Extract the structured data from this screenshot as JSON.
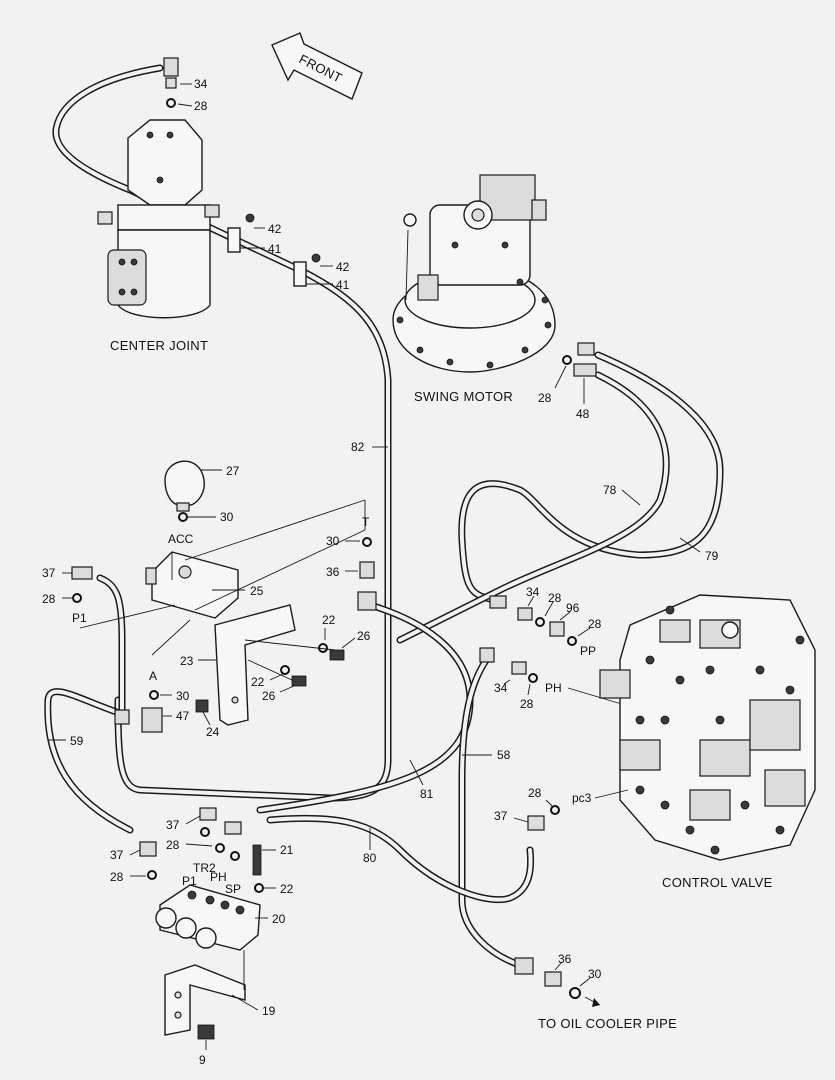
{
  "direction": {
    "front": "FRONT"
  },
  "captions": {
    "center_joint": "CENTER JOINT",
    "swing_motor": "SWING MOTOR",
    "control_valve": "CONTROL VALVE",
    "oil_cooler": "TO OIL COOLER PIPE"
  },
  "ports": {
    "acc": "ACC",
    "t": "T",
    "a": "A",
    "p1_left": "P1",
    "pp": "PP",
    "ph_valve": "PH",
    "pc3": "pc3",
    "tr2": "TR2",
    "p1_block": "P1",
    "ph_block": "PH",
    "sp": "SP"
  },
  "callouts": {
    "n34_top": "34",
    "n28_top": "28",
    "n42_a": "42",
    "n41_a": "41",
    "n42_b": "42",
    "n41_b": "41",
    "n28_swing": "28",
    "n48": "48",
    "n82": "82",
    "n78": "78",
    "n79": "79",
    "n27": "27",
    "n30_acc": "30",
    "n30_t": "30",
    "n36_t": "36",
    "n37_left": "37",
    "n28_left": "28",
    "n25": "25",
    "n22_a": "22",
    "n26_a": "26",
    "n23": "23",
    "n22_b": "22",
    "n26_b": "26",
    "n30_a": "30",
    "n47": "47",
    "n24": "24",
    "n34_mid": "34",
    "n28_mid": "28",
    "n96": "96",
    "n28_pp": "28",
    "n34_ph": "34",
    "n28_ph": "28",
    "n59": "59",
    "n58": "58",
    "n81": "81",
    "n80": "80",
    "n28_pc3": "28",
    "n37_pc3": "37",
    "n37_block": "37",
    "n28_block": "28",
    "n37_low": "37",
    "n28_low": "28",
    "n21": "21",
    "n22_block": "22",
    "n20": "20",
    "n19": "19",
    "n9": "9",
    "n36_oil": "36",
    "n30_oil": "30"
  }
}
